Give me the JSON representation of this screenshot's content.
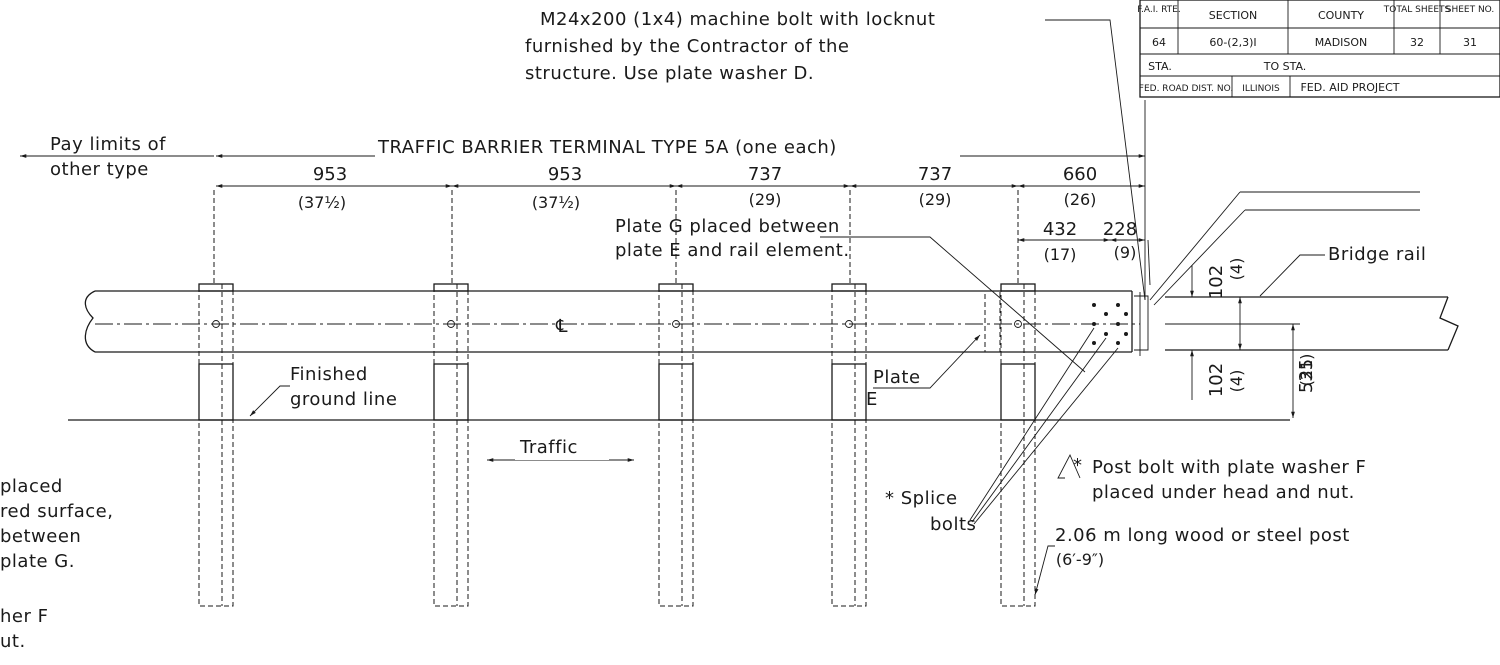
{
  "title_block": {
    "headers": [
      "F.A.I. RTE.",
      "SECTION",
      "COUNTY",
      "TOTAL SHEETS",
      "SHEET NO."
    ],
    "values": [
      "64",
      "60-(2,3)I",
      "MADISON",
      "32",
      "31"
    ],
    "sta": "STA.",
    "to_sta": "TO STA.",
    "fed_dist": "FED. ROAD DIST. NO.",
    "state": "ILLINOIS",
    "fed_aid": "FED. AID PROJECT"
  },
  "notes": {
    "machine_bolt_line1": "M24x200 (1x4) machine bolt with locknut",
    "machine_bolt_line2": "furnished by the Contractor of the",
    "machine_bolt_line3": "structure. Use plate washer D.",
    "pay_limits_line1": "Pay limits of",
    "pay_limits_line2": "other type",
    "terminal_type": "TRAFFIC BARRIER TERMINAL TYPE 5A (one each)",
    "plate_g_line1": "Plate G placed between",
    "plate_g_line2": "plate E and rail element.",
    "bridge_rail": "Bridge rail",
    "centerline": "℄",
    "finished_ground_line1": "Finished",
    "finished_ground_line2": "ground line",
    "plate_e_line1": "Plate",
    "plate_e_line2": "E",
    "traffic": "Traffic",
    "post_bolt_line1": "Post bolt with plate washer F",
    "post_bolt_line2": "placed under head and nut.",
    "post_bolt_marker": "*",
    "splice_line1": "* Splice",
    "splice_line2": "bolts",
    "post_length_line1": "2.06 m long wood or steel post",
    "post_length_line2": "(6′-9″)",
    "left_cut_line1": "placed",
    "left_cut_line2": "red surface,",
    "left_cut_line3": "between",
    "left_cut_line4": "plate G.",
    "left_cut_line5": "her F",
    "left_cut_line6": "ut."
  },
  "dimensions": [
    {
      "metric": "953",
      "imperial": "(37½)"
    },
    {
      "metric": "953",
      "imperial": "(37½)"
    },
    {
      "metric": "737",
      "imperial": "(29)"
    },
    {
      "metric": "737",
      "imperial": "(29)"
    },
    {
      "metric": "660",
      "imperial": "(26)"
    },
    {
      "metric": "432",
      "imperial": "(17)"
    },
    {
      "metric": "228",
      "imperial": "(9)"
    },
    {
      "metric": "102",
      "imperial": "(4)"
    },
    {
      "metric": "102",
      "imperial": "(4)"
    },
    {
      "metric": "535",
      "imperial": "(21)"
    }
  ]
}
